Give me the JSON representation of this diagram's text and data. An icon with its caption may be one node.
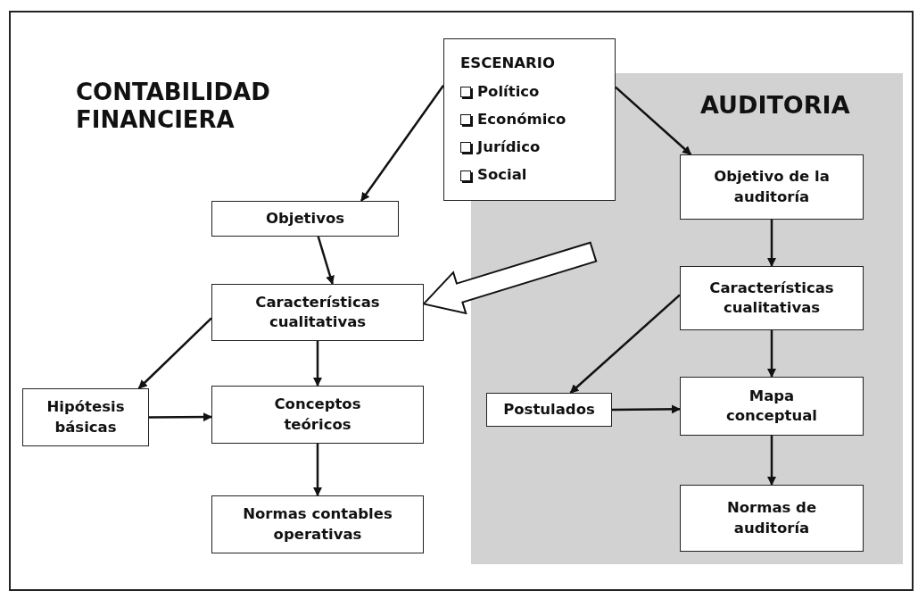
{
  "diagram": {
    "nodes": [
      {
        "text": [
          "ESCENARIO",
          "Político",
          "Económico",
          "Jurídico",
          "Social"
        ]
      },
      {
        "text": [
          "Objetivos"
        ]
      },
      {
        "text": [
          "Características cualitativas"
        ]
      },
      {
        "text": [
          "Hipótesis básicas"
        ]
      },
      {
        "text": [
          "Conceptos teóricos"
        ]
      },
      {
        "text": [
          "Normas contables operativas"
        ]
      },
      {
        "text": [
          "AUDITORIA"
        ]
      },
      {
        "text": [
          "Objetivo de la auditoría"
        ],
        "in": 6
      },
      {
        "text": [
          "Características cualitativas"
        ],
        "in": 6
      },
      {
        "text": [
          "Postulados"
        ],
        "in": 6
      },
      {
        "text": [
          "Mapa conceptual"
        ],
        "in": 6
      },
      {
        "text": [
          "Normas de auditoría"
        ],
        "in": 6
      }
    ],
    "edges": [
      {
        "from": 0,
        "to": 1,
        "arrow": "to"
      },
      {
        "from": 0,
        "to": 7,
        "arrow": "to"
      },
      {
        "from": 1,
        "to": 2,
        "arrow": "to"
      },
      {
        "from": 2,
        "to": 3,
        "arrow": "to"
      },
      {
        "from": 2,
        "to": 4,
        "arrow": "to"
      },
      {
        "from": 3,
        "to": 4,
        "arrow": "to"
      },
      {
        "from": 4,
        "to": 5,
        "arrow": "to"
      },
      {
        "from": 7,
        "to": 8,
        "arrow": "to"
      },
      {
        "from": 8,
        "to": 9,
        "arrow": "to"
      },
      {
        "from": 8,
        "to": 10,
        "arrow": "to"
      },
      {
        "from": 9,
        "to": 10,
        "arrow": "to"
      },
      {
        "from": 10,
        "to": 11,
        "arrow": "to"
      },
      {
        "from": 6,
        "to": 2,
        "arrow": "to",
        "style": "thick"
      }
    ],
    "labels": [
      "CONTABILIDAD FINANCIERA"
    ]
  }
}
